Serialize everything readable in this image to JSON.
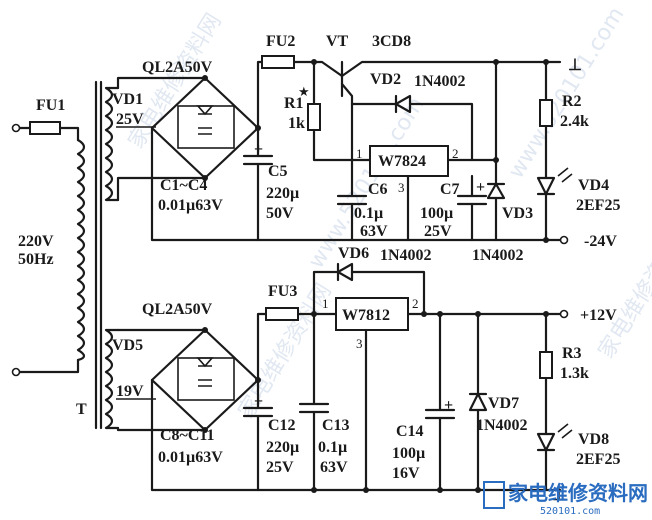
{
  "labels": {
    "fu1": "FU1",
    "fu2": "FU2",
    "fu3": "FU3",
    "vt": "VT",
    "vt_part": "3CD8",
    "bridge1": "QL2A50V",
    "bridge2": "QL2A50V",
    "vd1": "VD1",
    "vd1_volt": "25V",
    "vd5": "VD5",
    "vd5_volt": "19V",
    "c1c4": "C1~C4",
    "c1c4_val": "0.01µ63V",
    "c8c11": "C8~C11",
    "c8c11_val": "0.01µ63V",
    "mains_v": "220V",
    "mains_f": "50Hz",
    "transformer": "T",
    "r1": "R1",
    "r1_star": "★",
    "r1_val": "1k",
    "vd2": "VD2",
    "vd2_part": "1N4002",
    "reg1": "W7824",
    "reg1_pin1": "1",
    "reg1_pin2": "2",
    "reg1_pin3": "3",
    "c5": "C5",
    "c5_cap": "220µ",
    "c5_volt": "50V",
    "c6": "C6",
    "c6_cap": "0.1µ",
    "c6_volt": "63V",
    "c7": "C7",
    "c7_cap": "100µ",
    "c7_volt": "25V",
    "vd3": "VD3",
    "vd3_part": "1N4002",
    "r2": "R2",
    "r2_val": "2.4k",
    "vd4": "VD4",
    "vd4_part": "2EF25",
    "out_minus24": "-24V",
    "out_minus24_ground": "⊥",
    "vd6": "VD6",
    "vd6_part": "1N4002",
    "reg2": "W7812",
    "reg2_pin1": "1",
    "reg2_pin2": "2",
    "reg2_pin3": "3",
    "c12": "C12",
    "c12_cap": "220µ",
    "c12_volt": "25V",
    "c13": "C13",
    "c13_cap": "0.1µ",
    "c13_volt": "63V",
    "c14": "C14",
    "c14_cap": "100µ",
    "c14_volt": "16V",
    "vd7": "VD7",
    "vd7_part": "1N4002",
    "r3": "R3",
    "r3_val": "1.3k",
    "vd8": "VD8",
    "vd8_part": "2EF25",
    "out_plus12": "+12V",
    "out_plus12_ground": "⊥",
    "plus": "+"
  },
  "watermark": {
    "text1": "家电维修资料网",
    "text2": "www.520101.com",
    "logo": "家电维修资料网",
    "logo_sub": "520101.com"
  }
}
